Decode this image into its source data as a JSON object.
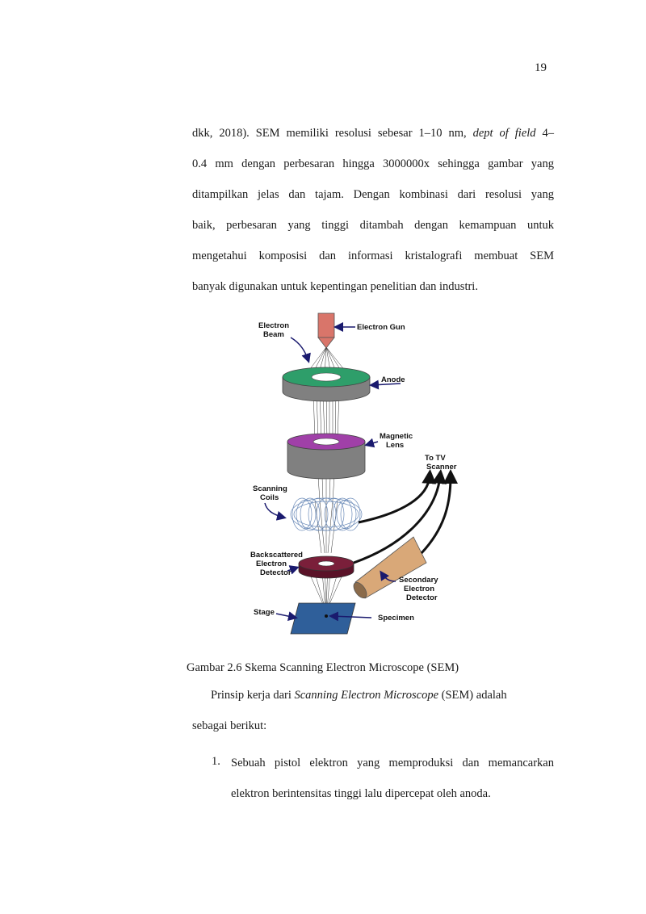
{
  "page_number": "19",
  "paragraph1": {
    "line1_a": "dkk, 2018). SEM memiliki resolusi sebesar 1–10 nm, ",
    "line1_b": "dept of field",
    "line1_c": " 4–",
    "line2": "0.4 mm dengan perbesaran hingga 3000000x sehingga gambar yang",
    "line3": "ditampilkan jelas dan tajam. Dengan kombinasi dari resolusi yang",
    "line4": "baik, perbesaran yang tinggi ditambah dengan kemampuan untuk",
    "line5": "mengetahui komposisi dan informasi kristalografi membuat SEM",
    "line6": "banyak digunakan untuk kepentingan penelitian dan industri."
  },
  "figure": {
    "labels": {
      "electron_beam_1": "Electron",
      "electron_beam_2": "Beam",
      "electron_gun": "Electron Gun",
      "anode": "Anode",
      "magnetic_lens_1": "Magnetic",
      "magnetic_lens_2": "Lens",
      "to_tv_1": "To TV",
      "to_tv_2": "Scanner",
      "scanning_coils_1": "Scanning",
      "scanning_coils_2": "Coils",
      "backscattered_1": "Backscattered",
      "backscattered_2": "Electron",
      "backscattered_3": "Detector",
      "secondary_1": "Secondary",
      "secondary_2": "Electron",
      "secondary_3": "Detector",
      "stage": "Stage",
      "specimen": "Specimen"
    },
    "colors": {
      "gun": "#d9756a",
      "anode_top": "#2e9e6a",
      "lens_top": "#a040a8",
      "cylinder": "#808080",
      "coil": "#6a8ab8",
      "bse_detector": "#7a1f3a",
      "se_detector": "#d9a878",
      "stage": "#2f5f9a",
      "arrow": "#1a1a6e"
    },
    "caption": "Gambar 2.6 Skema Scanning Electron Microscope (SEM)"
  },
  "paragraph2": {
    "line1_a": "Prinsip kerja dari ",
    "line1_b": "Scanning Electron Microscope",
    "line1_c": " (SEM) adalah",
    "line2": "sebagai berikut:"
  },
  "list": [
    {
      "number": "1.",
      "line1": "Sebuah pistol elektron yang memproduksi dan memancarkan",
      "line2": "elektron berintensitas tinggi lalu dipercepat oleh anoda."
    }
  ]
}
